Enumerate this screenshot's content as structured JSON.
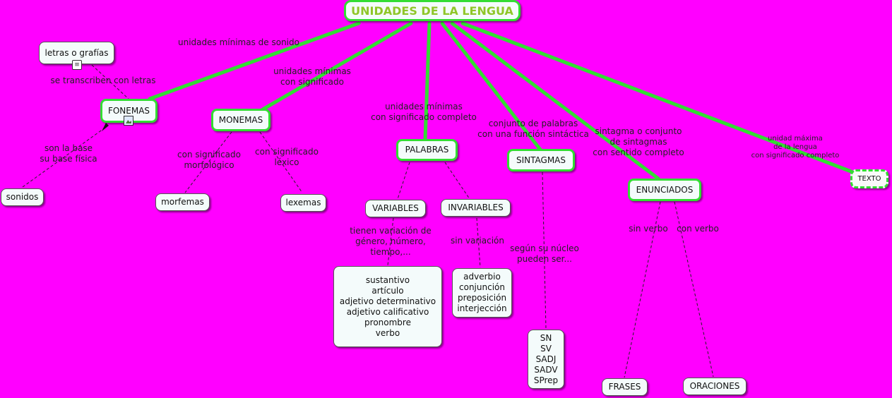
{
  "title": "UNIDADES DE LA LENGUA",
  "nodes": {
    "letras": "letras o grafías",
    "fonemas": "FONEMAS",
    "sonidos": "sonidos",
    "monemas": "MONEMAS",
    "morfemas": "morfemas",
    "lexemas": "lexemas",
    "palabras": "PALABRAS",
    "variables": "VARIABLES",
    "invariables": "INVARIABLES",
    "variables_list": [
      "sustantivo",
      "artículo",
      "adjetivo determinativo",
      "adjetivo calificativo",
      "pronombre",
      "verbo"
    ],
    "invariables_list": [
      "adverbio",
      "conjunción",
      "preposición",
      "interjección"
    ],
    "sintagmas": "SINTAGMAS",
    "sintagmas_list": [
      "SN",
      "SV",
      "SADJ",
      "SADV",
      "SPrep"
    ],
    "enunciados": "ENUNCIADOS",
    "frases": "FRASES",
    "oraciones": "ORACIONES",
    "texto": "TEXTO"
  },
  "links": {
    "sonido": "unidades mínimas de sonido",
    "transcriben": "se transcriben con letras",
    "base": [
      "son la base",
      "su base física"
    ],
    "min_signif": [
      "unidades mínimas",
      "con significado"
    ],
    "morfologico": [
      "con significado",
      "morfológico"
    ],
    "lexico": [
      "con significado",
      "léxico"
    ],
    "completo": [
      "unidades mínimas",
      "con significado completo"
    ],
    "variacion": [
      "tienen variación de",
      "género, número,",
      "tiempo,..."
    ],
    "sin_variacion": "sin variación",
    "funcion": [
      "conjunto de palabras",
      "con una función sintáctica"
    ],
    "nucleo": [
      "según su núcleo",
      "pueden ser..."
    ],
    "sentido": [
      "sintagma o conjunto",
      "de sintagmas",
      "con sentido completo"
    ],
    "sin_verbo": "sin verbo",
    "con_verbo": "con verbo",
    "maxima": [
      "unidad máxima",
      "de la lengua",
      "con significado completo"
    ]
  }
}
